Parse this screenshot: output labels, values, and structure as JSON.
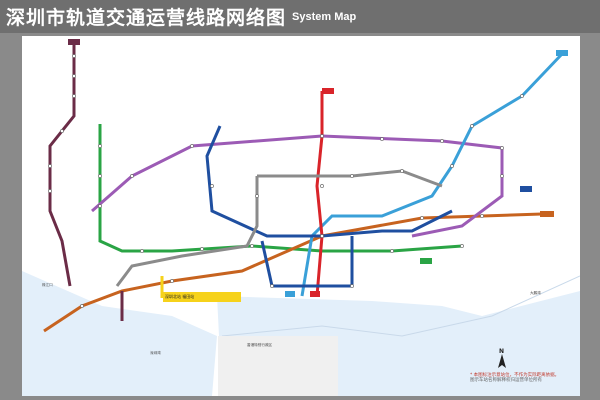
{
  "title": {
    "cn": "深圳市轨道交通运营线路网络图",
    "en": "System Map"
  },
  "colors": {
    "line1": "#2aa445",
    "line2": "#c7631f",
    "line3": "#3aa0d8",
    "line4": "#d9242a",
    "line5": "#9c5bb5",
    "line7": "#1f4fa0",
    "line9": "#8b8b8b",
    "line11": "#6b2c47",
    "water": "#ddeeff",
    "frame": "#8a8a8a"
  },
  "labels": {
    "sea_left": "珠江口",
    "sea_bay": "深圳湾",
    "sea_right": "大鹏湾",
    "hk": "香港特别行政区"
  },
  "north": "N",
  "callout": "深圳北站 福田站",
  "notes": {
    "line1": "* 本图标注示意站位，不作为实际距离依据。",
    "line2": "图示车站名称解释权归运营单位所有"
  }
}
